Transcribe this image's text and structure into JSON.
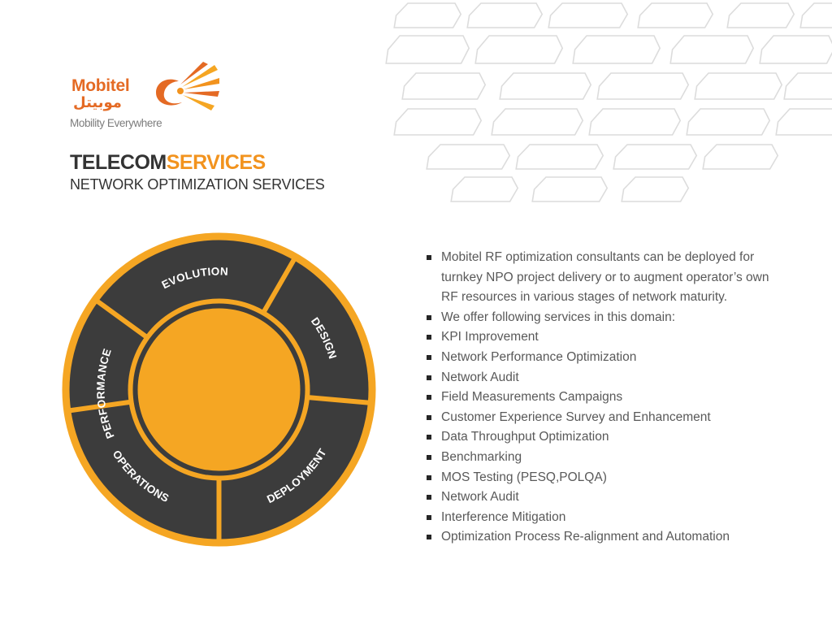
{
  "brand": {
    "name_latin": "Mobitel",
    "name_arabic": "موبيتل",
    "tagline": "Mobility Everywhere",
    "accent_color": "#e46a24"
  },
  "header": {
    "title_part1": "TELECOM",
    "title_part2": "SERVICES",
    "subtitle": "NETWORK OPTIMIZATION SERVICES"
  },
  "wheel": {
    "segments": [
      {
        "label": "EVOLUTION"
      },
      {
        "label": "DESIGN"
      },
      {
        "label": "DEPLOYMENT"
      },
      {
        "label": "OPERATIONS"
      },
      {
        "label": "PERFORMANCE"
      }
    ],
    "colors": {
      "orange": "#f5a623",
      "dark": "#3c3c3c",
      "text": "#ffffff"
    }
  },
  "bullets": [
    "Mobitel RF optimization consultants can be deployed for turnkey NPO project delivery or to augment operator’s own RF resources in various stages of network maturity.",
    "We offer following services in this domain:",
    "KPI Improvement",
    "Network Performance Optimization",
    "Network Audit",
    "Field Measurements Campaigns",
    "Customer Experience Survey and Enhancement",
    "Data Throughput Optimization",
    "Benchmarking",
    "MOS Testing (PESQ,POLQA)",
    "Network Audit",
    "Interference Mitigation",
    "Optimization Process Re-alignment and Automation"
  ]
}
